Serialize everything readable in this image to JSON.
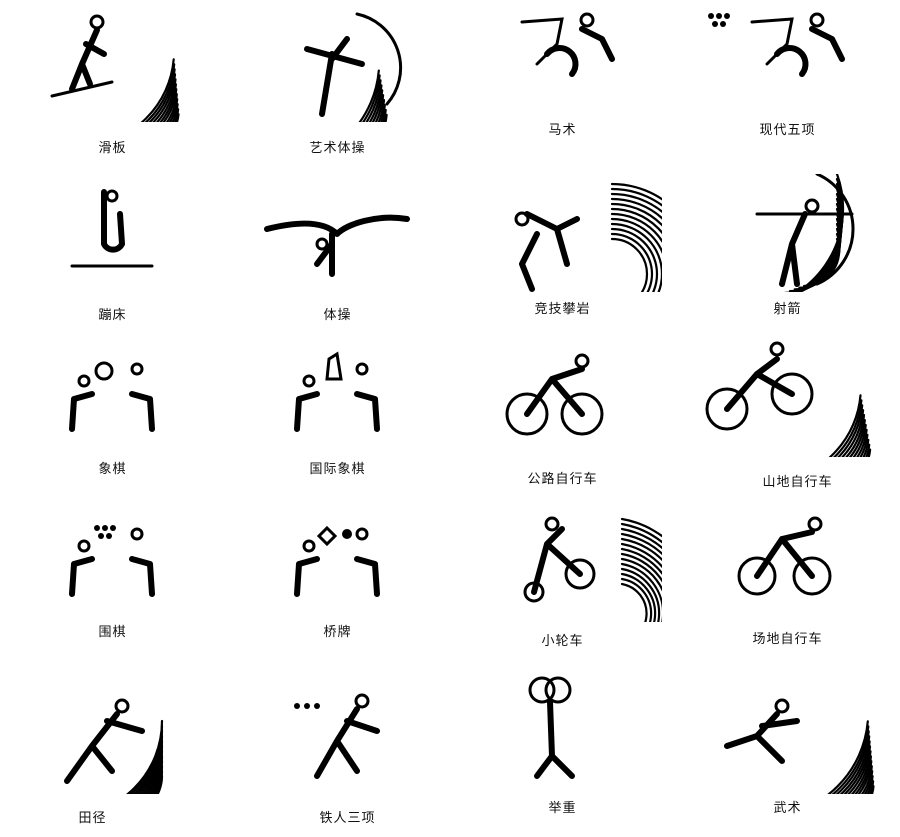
{
  "pictograms": [
    {
      "label": "滑板",
      "icon": "skateboarding-pictogram-icon"
    },
    {
      "label": "艺术体操",
      "icon": "rhythmic-gymnastics-pictogram-icon"
    },
    {
      "label": "马术",
      "icon": "equestrian-pictogram-icon"
    },
    {
      "label": "现代五项",
      "icon": "modern-pentathlon-pictogram-icon"
    },
    {
      "label": "蹦床",
      "icon": "trampoline-pictogram-icon"
    },
    {
      "label": "体操",
      "icon": "gymnastics-pictogram-icon"
    },
    {
      "label": "竞技攀岩",
      "icon": "sport-climbing-pictogram-icon"
    },
    {
      "label": "射箭",
      "icon": "archery-pictogram-icon"
    },
    {
      "label": "象棋",
      "icon": "xiangqi-pictogram-icon"
    },
    {
      "label": "国际象棋",
      "icon": "chess-pictogram-icon"
    },
    {
      "label": "公路自行车",
      "icon": "road-cycling-pictogram-icon"
    },
    {
      "label": "山地自行车",
      "icon": "mountain-bike-pictogram-icon"
    },
    {
      "label": "围棋",
      "icon": "go-pictogram-icon"
    },
    {
      "label": "桥牌",
      "icon": "bridge-pictogram-icon"
    },
    {
      "label": "小轮车",
      "icon": "bmx-pictogram-icon"
    },
    {
      "label": "场地自行车",
      "icon": "track-cycling-pictogram-icon"
    },
    {
      "label": "田径",
      "icon": "athletics-pictogram-icon"
    },
    {
      "label": "铁人三项",
      "icon": "triathlon-pictogram-icon"
    },
    {
      "label": "举重",
      "icon": "weightlifting-pictogram-icon"
    },
    {
      "label": "武术",
      "icon": "wushu-pictogram-icon"
    }
  ]
}
